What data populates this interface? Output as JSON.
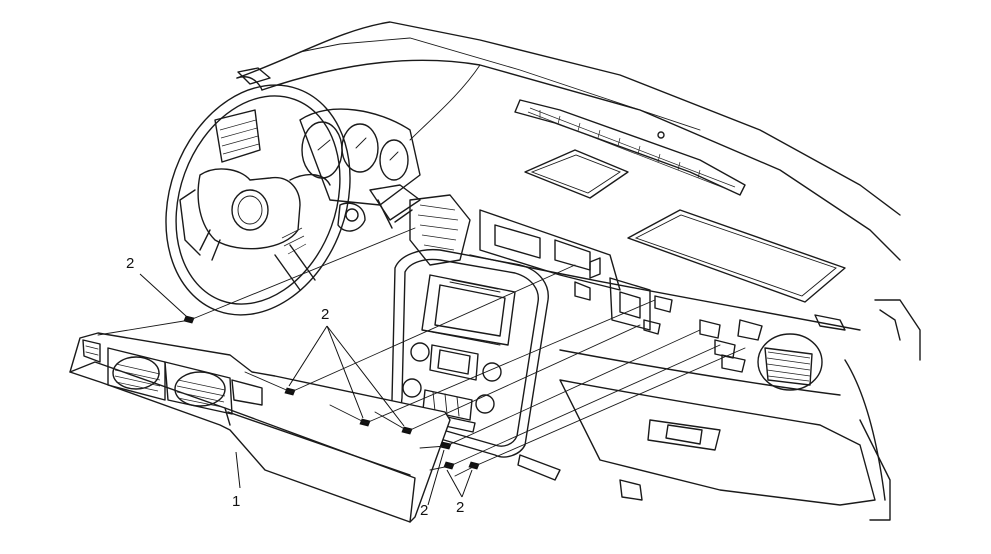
{
  "callouts": [
    {
      "id": "1",
      "text": "1"
    },
    {
      "id": "2a",
      "text": "2"
    },
    {
      "id": "2b",
      "text": "2"
    },
    {
      "id": "2c",
      "text": "2"
    },
    {
      "id": "2d",
      "text": "2"
    }
  ],
  "icons": [
    "steering-wheel",
    "instrument-panel",
    "radio-display",
    "air-vent",
    "fastener-clip"
  ]
}
